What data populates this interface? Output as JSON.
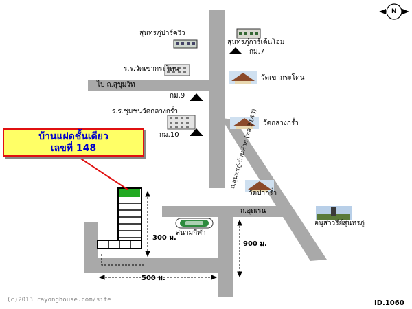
{
  "callout": {
    "line1": "บ้านแฝดชั้นเดียว",
    "line2": "เลขที่ 148"
  },
  "roads": {
    "sukhumvit": "ไป ถ.สุขุมวิท",
    "uthen": "ถ.อุดเรน",
    "diagonal": "ถ.สุนทรภู่-บ้านค่าย (ทล.3143)"
  },
  "landmarks": {
    "sunthornphu_park_view": "สุนทรภู่ปาร์ควิว",
    "sunthornphu_garden_home": "สุนทรภู่การ์เด้นโฮม",
    "km7": "กม.7",
    "school_khao_krabok": "ร.ร.วัดเขากระโดน",
    "wat_khao_krabok": "วัดเขากระโดน",
    "km9": "กม.9",
    "school_klang_kram": "ร.ร.ชุมชนวัดกลางกร่ำ",
    "wat_klang_kram": "วัดกลางกร่ำ",
    "km10": "กม.10",
    "wat_pa_kram": "วัดป่ากร่ำ",
    "stadium": "สนามกีฬา",
    "monument": "อนุสาวรีย์สุนทรภู่"
  },
  "distances": {
    "d300": "300 ม.",
    "d900": "900 ม.",
    "d500": "500 ม."
  },
  "compass": {
    "label": "N"
  },
  "footer": {
    "credit": "(c)2013 rayonghouse.com/site",
    "map_id": "ID.1060"
  },
  "colors": {
    "road": "#a9a9a9",
    "callout_bg": "#ffff66",
    "callout_border": "#e01010",
    "callout_text": "#0000cc",
    "target": "#22aa22"
  }
}
